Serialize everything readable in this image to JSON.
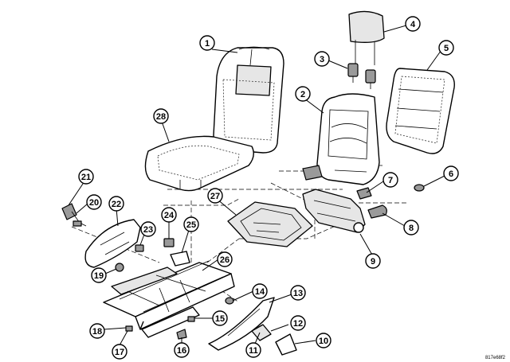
{
  "diagram": {
    "reference_code": "817e68f2",
    "callouts": [
      {
        "label": "1"
      },
      {
        "label": "2"
      },
      {
        "label": "3"
      },
      {
        "label": "4"
      },
      {
        "label": "5"
      },
      {
        "label": "6"
      },
      {
        "label": "7"
      },
      {
        "label": "8"
      },
      {
        "label": "9"
      },
      {
        "label": "10"
      },
      {
        "label": "11"
      },
      {
        "label": "12"
      },
      {
        "label": "13"
      },
      {
        "label": "14"
      },
      {
        "label": "15"
      },
      {
        "label": "16"
      },
      {
        "label": "17"
      },
      {
        "label": "18"
      },
      {
        "label": "19"
      },
      {
        "label": "20"
      },
      {
        "label": "21"
      },
      {
        "label": "22"
      },
      {
        "label": "23"
      },
      {
        "label": "24"
      },
      {
        "label": "25"
      },
      {
        "label": "26"
      },
      {
        "label": "27"
      },
      {
        "label": "28"
      }
    ]
  }
}
